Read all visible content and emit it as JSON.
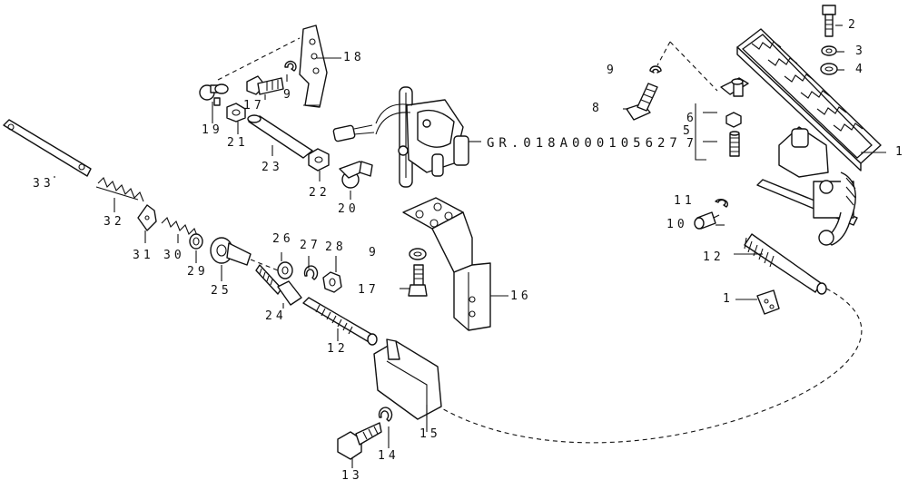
{
  "drawing_code": "GR.018A000105627",
  "callouts": {
    "c1_pedal": "1",
    "c2": "2",
    "c3": "3",
    "c4": "4",
    "c5": "5",
    "c6": "6",
    "c7": "7",
    "c8": "8",
    "c9_top": "9",
    "c10": "10",
    "c11": "11",
    "c12_right": "12",
    "c1_clip": "1",
    "c18": "18",
    "c17_top": "17",
    "c9_mid": "9",
    "c19": "19",
    "c21": "21",
    "c23": "23",
    "c22": "22",
    "c20": "20",
    "c33": "33",
    "c32": "32",
    "c31": "31",
    "c30": "30",
    "c29": "29",
    "c25": "25",
    "c26": "26",
    "c27": "27",
    "c28": "28",
    "c24": "24",
    "c12_left": "12",
    "c9_lower": "9",
    "c17_lower": "17",
    "c16": "16",
    "c15": "15",
    "c14": "14",
    "c13": "13"
  }
}
